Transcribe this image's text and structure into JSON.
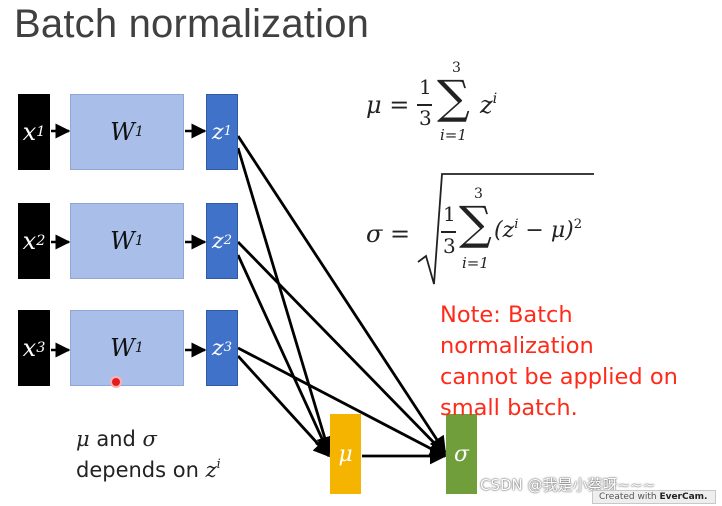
{
  "title": "Batch normalization",
  "rows": [
    {
      "x_base": "x",
      "x_sup": "1",
      "w_base": "W",
      "w_sup": "1",
      "z_base": "z",
      "z_sup": "1"
    },
    {
      "x_base": "x",
      "x_sup": "2",
      "w_base": "W",
      "w_sup": "1",
      "z_base": "z",
      "z_sup": "2"
    },
    {
      "x_base": "x",
      "x_sup": "3",
      "w_base": "W",
      "w_sup": "1",
      "z_base": "z",
      "z_sup": "3"
    }
  ],
  "mu_node": "μ",
  "sigma_node": "σ",
  "formula_mu": {
    "lhs": "μ =",
    "frac_num": "1",
    "frac_den": "3",
    "sum_sym": "∑",
    "sum_top": "3",
    "sum_bottom": "i=1",
    "term_base": "z",
    "term_sup": "i"
  },
  "formula_sigma": {
    "lhs": "σ =",
    "frac_num": "1",
    "frac_den": "3",
    "sum_sym": "∑",
    "sum_top": "3",
    "sum_bottom": "i=1",
    "term_open": "(z",
    "term_sup": "i",
    "term_rest": " − μ)",
    "term_pow": "2"
  },
  "note_lines": [
    "Note: Batch normalization",
    "cannot be applied on",
    "small batch."
  ],
  "depends_line1_mu": "μ",
  "depends_line1_and": " and ",
  "depends_line1_sigma": "σ",
  "depends_line2_text": "depends on ",
  "depends_line2_z": "z",
  "depends_line2_sup": "i",
  "watermark": "CSDN @我是小蔡呀~~~",
  "evercam_prefix": "Created with ",
  "evercam_brand": "EverCam.",
  "colors": {
    "x_box": "#000000",
    "w_box": "#a9bee9",
    "z_box": "#3f72c8",
    "mu_box": "#f5b400",
    "sigma_box": "#6f9e3a",
    "note_text": "#ff2a1a"
  }
}
